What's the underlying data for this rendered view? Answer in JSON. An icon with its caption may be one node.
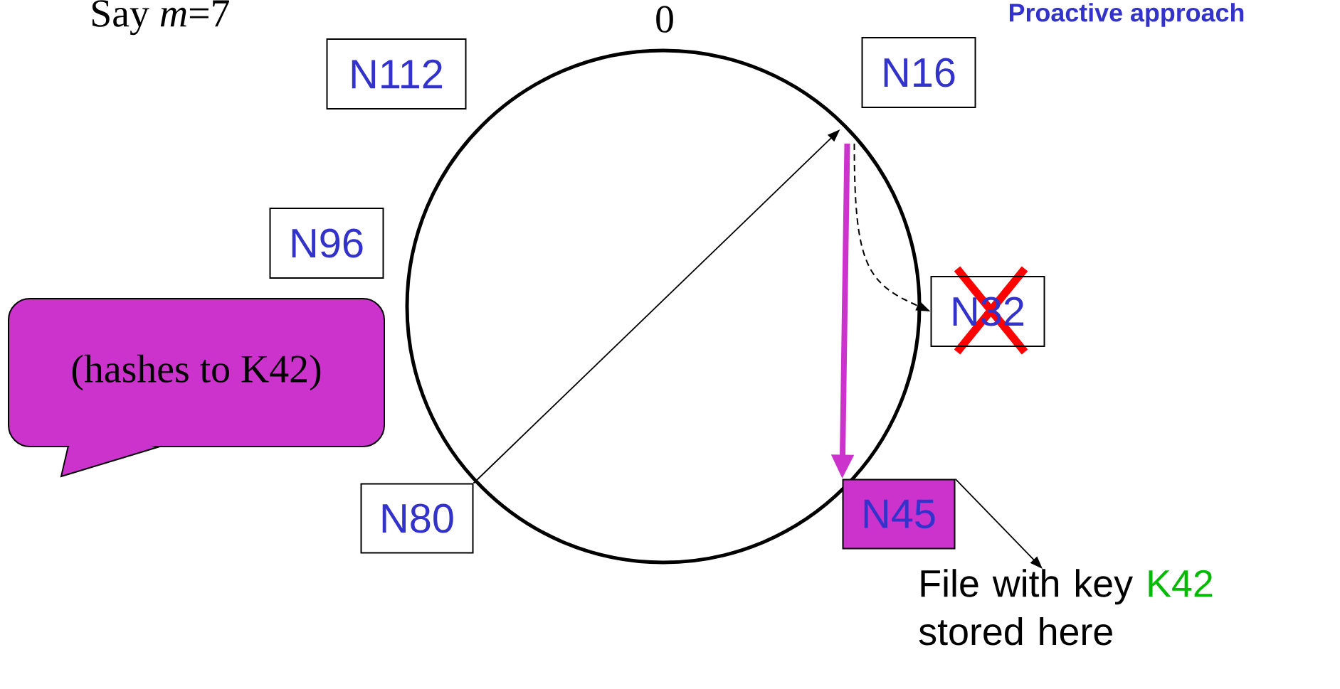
{
  "diagram": {
    "title": "Proactive approach",
    "nodes": [
      {
        "text": [
          "N112"
        ]
      },
      {
        "text": [
          "N16"
        ]
      },
      {
        "text": [
          "N96"
        ]
      },
      {
        "text": [
          "N32"
        ]
      },
      {
        "text": [
          "(hashes to K42)"
        ]
      },
      {
        "text": [
          "N80"
        ]
      },
      {
        "text": [
          "N45"
        ]
      },
      {
        "text": [
          "File with key",
          "K42",
          "stored here"
        ]
      }
    ],
    "edges": [
      {
        "from": 5,
        "to": 1,
        "arrow": "to"
      },
      {
        "from": 1,
        "to": 3,
        "arrow": "to",
        "style": "dashed"
      },
      {
        "from": 1,
        "to": 6,
        "arrow": "to",
        "style": "thick",
        "color": "#cc33cc"
      },
      {
        "from": 6,
        "to": 7,
        "arrow": "to"
      }
    ],
    "labels": [
      "Say *m*=7",
      "0"
    ]
  }
}
